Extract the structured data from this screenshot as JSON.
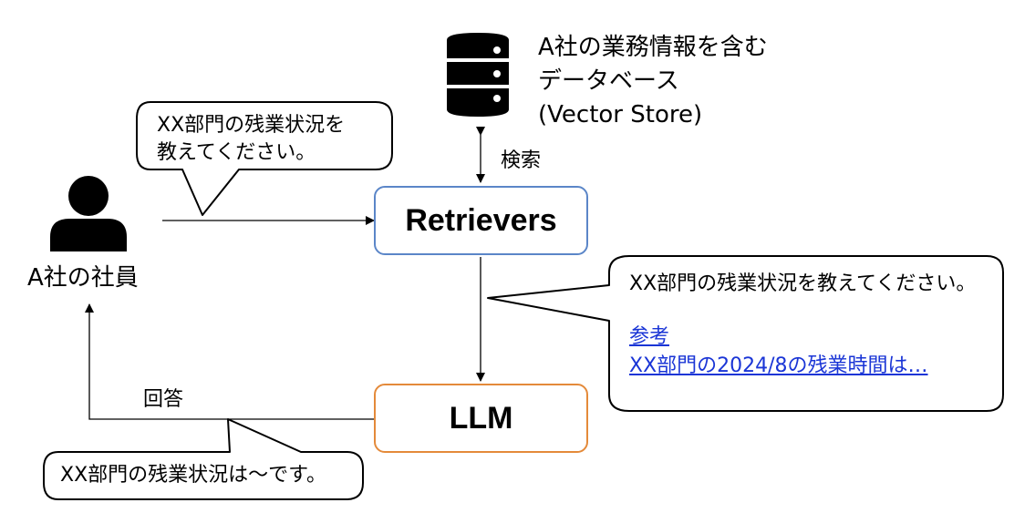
{
  "database": {
    "line1": "A社の業務情報を含む",
    "line2": "データベース",
    "line3": "(Vector Store)"
  },
  "search_label": "検索",
  "user": {
    "label": "A社の社員"
  },
  "question_bubble": {
    "line1": "XX部門の残業状況を",
    "line2": "教えてください。"
  },
  "retriever_box": {
    "label": "Retrievers",
    "color": "#5b86c8"
  },
  "llm_box": {
    "label": "LLM",
    "color": "#e48a3a"
  },
  "prompt_bubble": {
    "line1": "XX部門の残業状況を教えてください。",
    "ref_title": "参考",
    "ref_line": "XX部門の2024/8の残業時間は…"
  },
  "answer_label": "回答",
  "answer_bubble": {
    "line1": "XX部門の残業状況は～です。"
  }
}
